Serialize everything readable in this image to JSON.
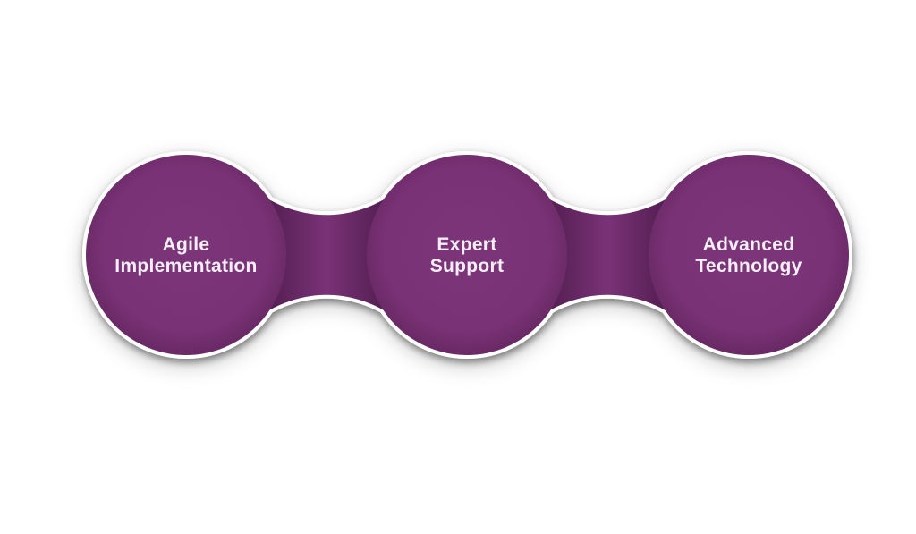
{
  "diagram": {
    "type": "process-chain",
    "nodes": [
      {
        "id": "node-1",
        "lines": [
          "Agile",
          "Implementation"
        ],
        "label": "Agile Implementation"
      },
      {
        "id": "node-2",
        "lines": [
          "Expert",
          "Support"
        ],
        "label": "Expert Support"
      },
      {
        "id": "node-3",
        "lines": [
          "Advanced",
          "Technology"
        ],
        "label": "Advanced Technology"
      }
    ],
    "connectors": [
      {
        "from": "node-1",
        "to": "node-2"
      },
      {
        "from": "node-2",
        "to": "node-3"
      }
    ],
    "colors": {
      "node_fill": "#7b3378",
      "node_fill_center": "#7d3579",
      "node_rim_dark": "#6a2a66",
      "connector_dark": "#441743",
      "connector_mid": "#7a3277",
      "outline": "#ffffff",
      "text": "#f6eef6",
      "background": "#ffffff"
    }
  }
}
